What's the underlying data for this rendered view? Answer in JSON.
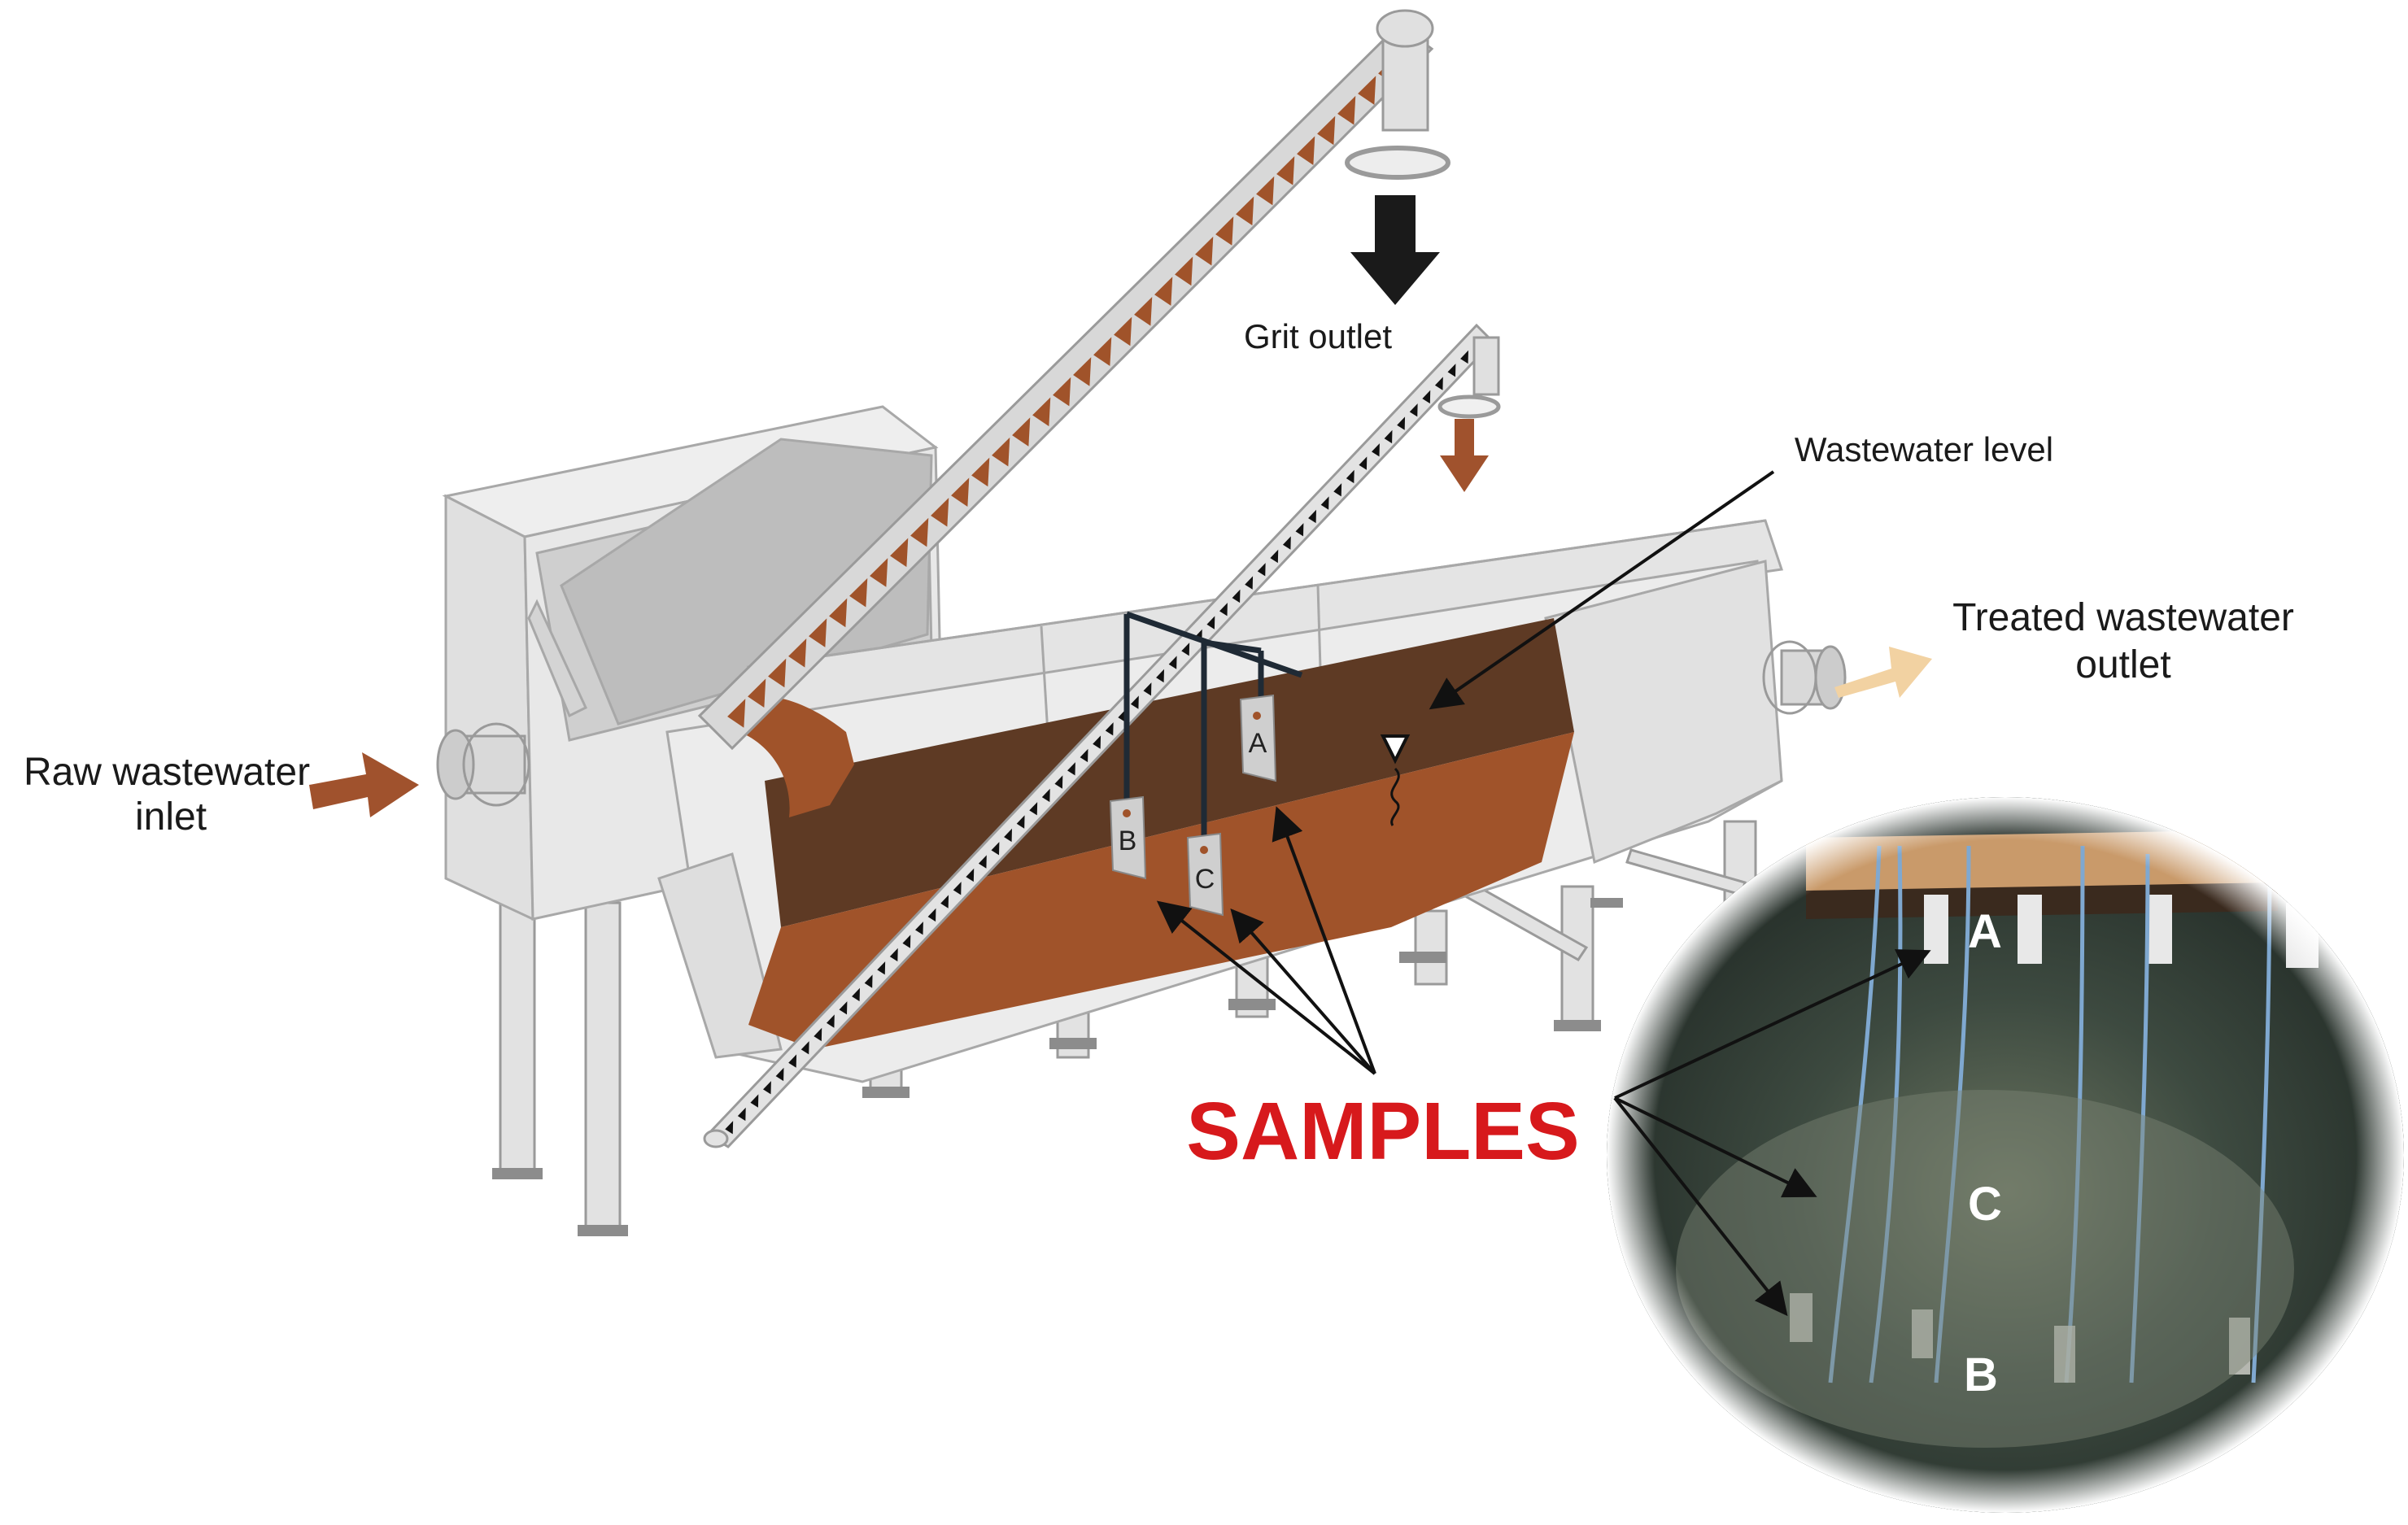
{
  "labels": {
    "grit_outlet": "Grit outlet",
    "wastewater_level": "Wastewater level",
    "treated_line1": "Treated wastewater",
    "treated_line2": "outlet",
    "raw_line1": "Raw wastewater",
    "raw_line2": "inlet",
    "samples": "SAMPLES"
  },
  "sample_tags": [
    "A",
    "B",
    "C"
  ],
  "photo_labels": [
    "A",
    "C",
    "B"
  ],
  "colors": {
    "samples_red": "#d7191c",
    "brown_arrow": "#a0522d",
    "grit_arrow": "#1a1a1a",
    "treated_arrow": "#f2d2a2",
    "dark_water": "#5e3a24",
    "sludge": "#a0532a",
    "tank_grey": "#e6e6e6"
  }
}
